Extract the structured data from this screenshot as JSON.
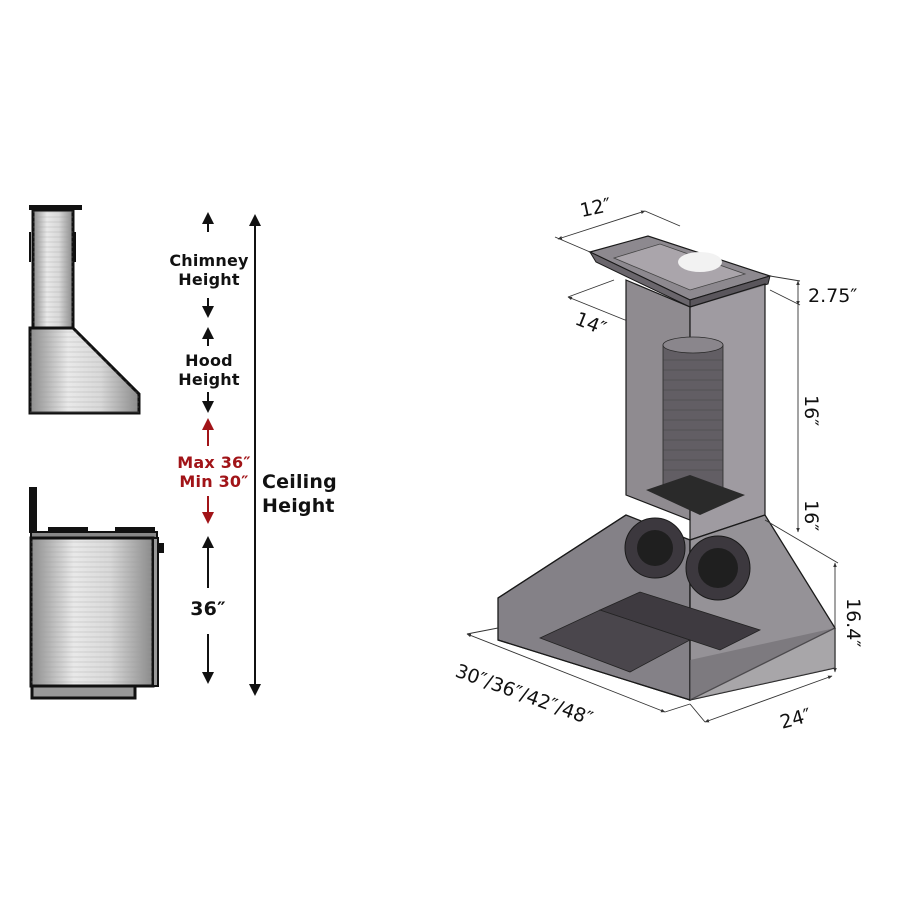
{
  "left_diagram": {
    "labels": {
      "chimney_height": [
        "Chimney",
        "Height"
      ],
      "hood_height": [
        "Hood",
        "Height"
      ],
      "clearance_max": "Max 36″",
      "clearance_min": "Min 30″",
      "counter_height": "36″",
      "ceiling_height": [
        "Ceiling",
        "Height"
      ]
    },
    "colors": {
      "clearance": "#a11418",
      "text": "#111111",
      "steel_light": "#e6e6e6",
      "steel_dark": "#8a8a8a"
    }
  },
  "right_diagram": {
    "dimensions": {
      "top_width": "12″",
      "top_depth": "14″",
      "crown_height": "2.75″",
      "upper_chimney": "16″",
      "lower_chimney": "16″",
      "hood_height": "16.4″",
      "hood_widths": "30″/36″/42″/48″",
      "hood_depth": "24″"
    },
    "colors": {
      "glass": "#6e6a70",
      "outline": "#1a1a1a"
    }
  }
}
